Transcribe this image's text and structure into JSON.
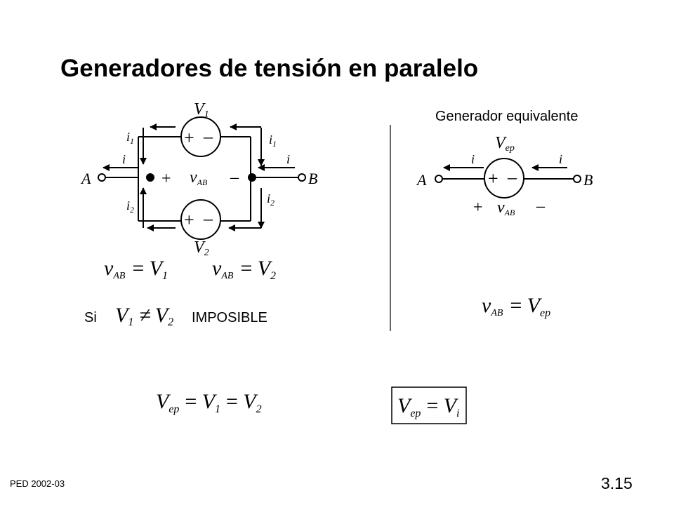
{
  "slide": {
    "title": "Generadores de tensión en paralelo",
    "subtitle": "Generador equivalente",
    "footer_left": "PED   2002-03",
    "page_number": "3.15"
  },
  "circuit_left": {
    "node_a": "A",
    "node_b": "B",
    "current_i": "i",
    "current_i_sub1": "1",
    "current_i_sub2": "2",
    "source_1_letter": "V",
    "source_1_sub": "1",
    "source_2_letter": "V",
    "source_2_sub": "2",
    "plus": "+",
    "minus": "–",
    "v_letter": "v",
    "v_sub": "AB"
  },
  "circuit_right": {
    "node_a": "A",
    "node_b": "B",
    "current_i": "i",
    "source_letter": "V",
    "source_sub": "ep",
    "plus": "+",
    "minus": "–",
    "v_letter": "v",
    "v_sub": "AB"
  },
  "equations": {
    "eq1": {
      "lhs": "v",
      "lhs_sub": "AB",
      "op": "=",
      "rhs": "V",
      "rhs_sub": "1"
    },
    "eq2": {
      "lhs": "v",
      "lhs_sub": "AB",
      "op": "=",
      "rhs": "V",
      "rhs_sub": "2"
    },
    "condition_prefix": "Si",
    "condition_lhs": "V",
    "condition_lhs_sub": "1",
    "condition_op": "≠",
    "condition_rhs": "V",
    "condition_rhs_sub": "2",
    "condition_result": "IMPOSIBLE",
    "eq_right": {
      "lhs": "v",
      "lhs_sub": "AB",
      "op": "=",
      "rhs": "V",
      "rhs_sub": "ep"
    },
    "eq_bottom": {
      "t1": "V",
      "t1_sub": "ep",
      "op1": "=",
      "t2": "V",
      "t2_sub": "1",
      "op2": "=",
      "t3": "V",
      "t3_sub": "2"
    },
    "eq_boxed": {
      "lhs": "V",
      "lhs_sub": "ep",
      "op": "=",
      "rhs": "V",
      "rhs_sub": "i"
    }
  }
}
